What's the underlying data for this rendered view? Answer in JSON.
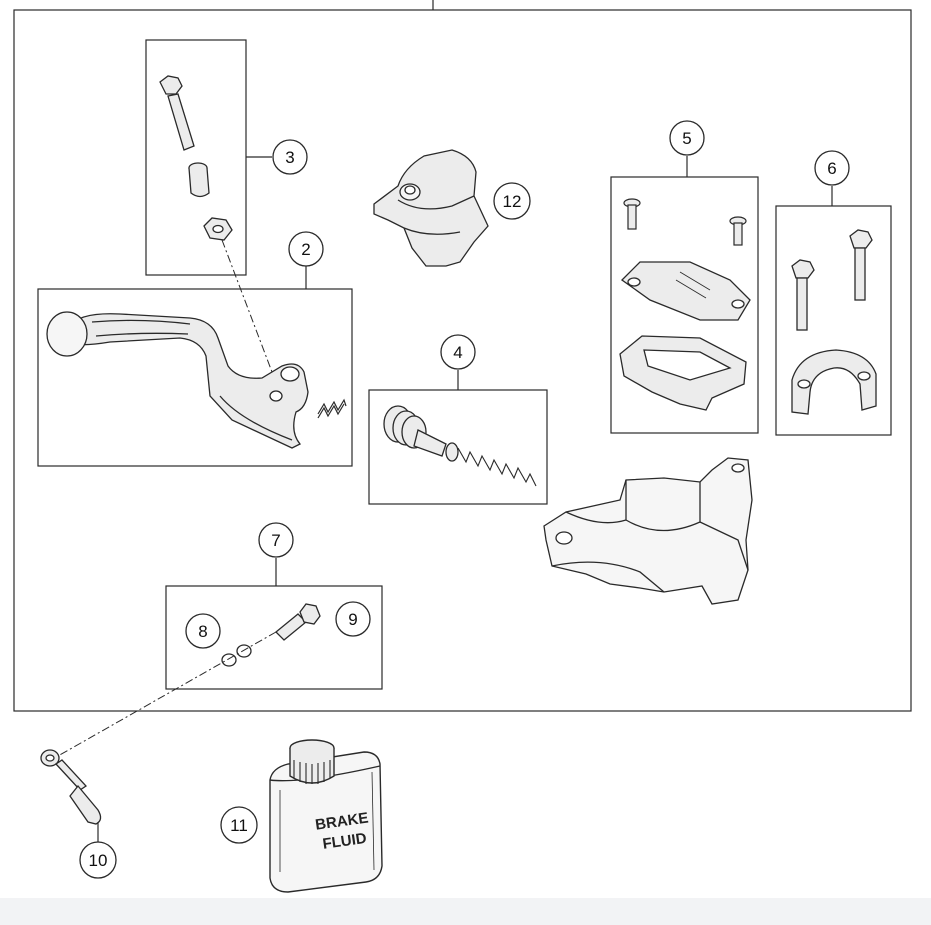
{
  "diagram": {
    "colors": {
      "background": "#ffffff",
      "footer_band": "#f2f3f5",
      "line": "#2a2a2a",
      "part_fill": "#ececec",
      "part_fill_light": "#f6f6f6"
    },
    "callouts": {
      "c2": "2",
      "c3": "3",
      "c4": "4",
      "c5": "5",
      "c6": "6",
      "c7": "7",
      "c8": "8",
      "c9": "9",
      "c10": "10",
      "c11": "11",
      "c12": "12"
    },
    "bottle_label": {
      "line1": "BRAKE",
      "line2": "FLUID"
    }
  }
}
